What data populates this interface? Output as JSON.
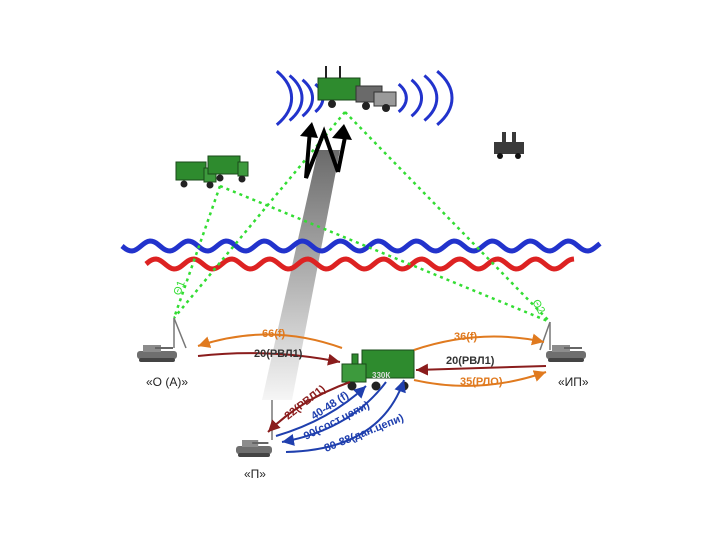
{
  "colors": {
    "uplink": "#e07a1f",
    "downlink": "#8a1c1c",
    "bluelink": "#1f3fae",
    "coverage": "#33dd33",
    "wave_blue": "#2233cc",
    "wave_red": "#dd2222",
    "vehicle_green": "#2e8b2e",
    "tank_gray": "#8c8c8c"
  },
  "stations": {
    "left": "«О (А)»",
    "right": "«ИП»",
    "bottom": "«П»",
    "center_plate": "330К"
  },
  "links": {
    "left_upper": "66(f)",
    "left_lower": "20(РВЛ1)",
    "right_upper": "36(f)",
    "right_lower": "20(РВЛ1)",
    "right_lowest": "35(РЛО)",
    "diag_1": "22(РВЛ1)",
    "diag_2": "40-48 (f)",
    "diag_3": "90(сост.цепи)",
    "diag_4": "80-88(дан.цепи)"
  },
  "markers": {
    "left_theta": "Θ1",
    "right_theta": "Θ2"
  },
  "icons": {
    "aircraft": "awacs-aircraft-icon",
    "radar_truck": "radar-truck-icon",
    "small_truck": "small-truck-icon",
    "trucks_pair": "truck-pair-icon",
    "tank": "tank-icon",
    "lightning": "zigzag-signal-icon"
  }
}
